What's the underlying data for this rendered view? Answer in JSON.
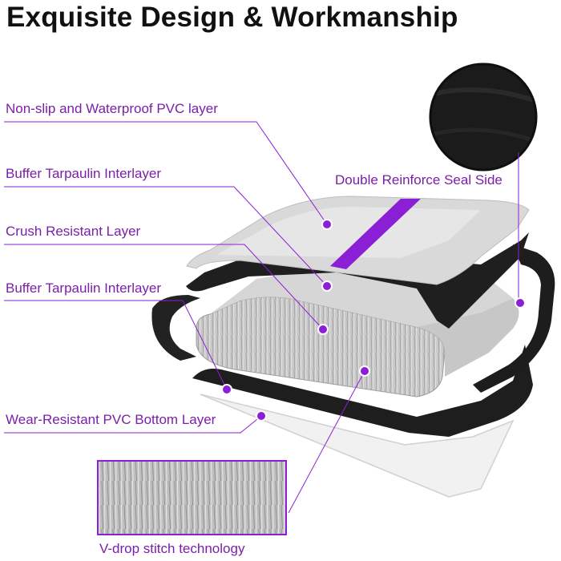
{
  "header": {
    "title": "Exquisite Design & Workmanship"
  },
  "colors": {
    "accent": "#8a1fd6",
    "label_text": "#7b1fa8",
    "layer_black": "#1f1f1f",
    "layer_gray": "#d4d4d4",
    "layer_white": "#f4f4f4",
    "foam": "#bdbdbd"
  },
  "layers": [
    {
      "label": "Non-slip and Waterproof PVC layer"
    },
    {
      "label": "Buffer Tarpaulin Interlayer"
    },
    {
      "label": "Crush Resistant Layer"
    },
    {
      "label": "Buffer Tarpaulin Interlayer"
    },
    {
      "label": "Wear-Resistant PVC Bottom Layer"
    }
  ],
  "callouts": {
    "seal_side": "Double Reinforce Seal Side",
    "stitch": "V-drop stitch technology"
  }
}
